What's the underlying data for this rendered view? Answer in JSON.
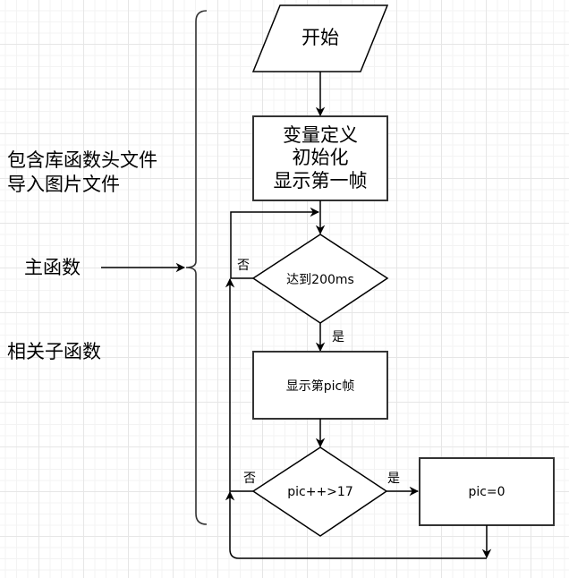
{
  "left_labels": {
    "headers_line1": "包含库函数头文件",
    "headers_line2": "导入图片文件",
    "main_function": "主函数",
    "sub_functions": "相关子函数"
  },
  "nodes": {
    "start": "开始",
    "init_line1": "变量定义",
    "init_line2": "初始化",
    "init_line3": "显示第一帧",
    "decision_timer": "达到200ms",
    "show_frame": "显示第pic帧",
    "decision_pic": "pic++>17",
    "reset_pic": "pic=0"
  },
  "edge_labels": {
    "timer_no": "否",
    "timer_yes": "是",
    "pic_no": "否",
    "pic_yes": "是"
  }
}
